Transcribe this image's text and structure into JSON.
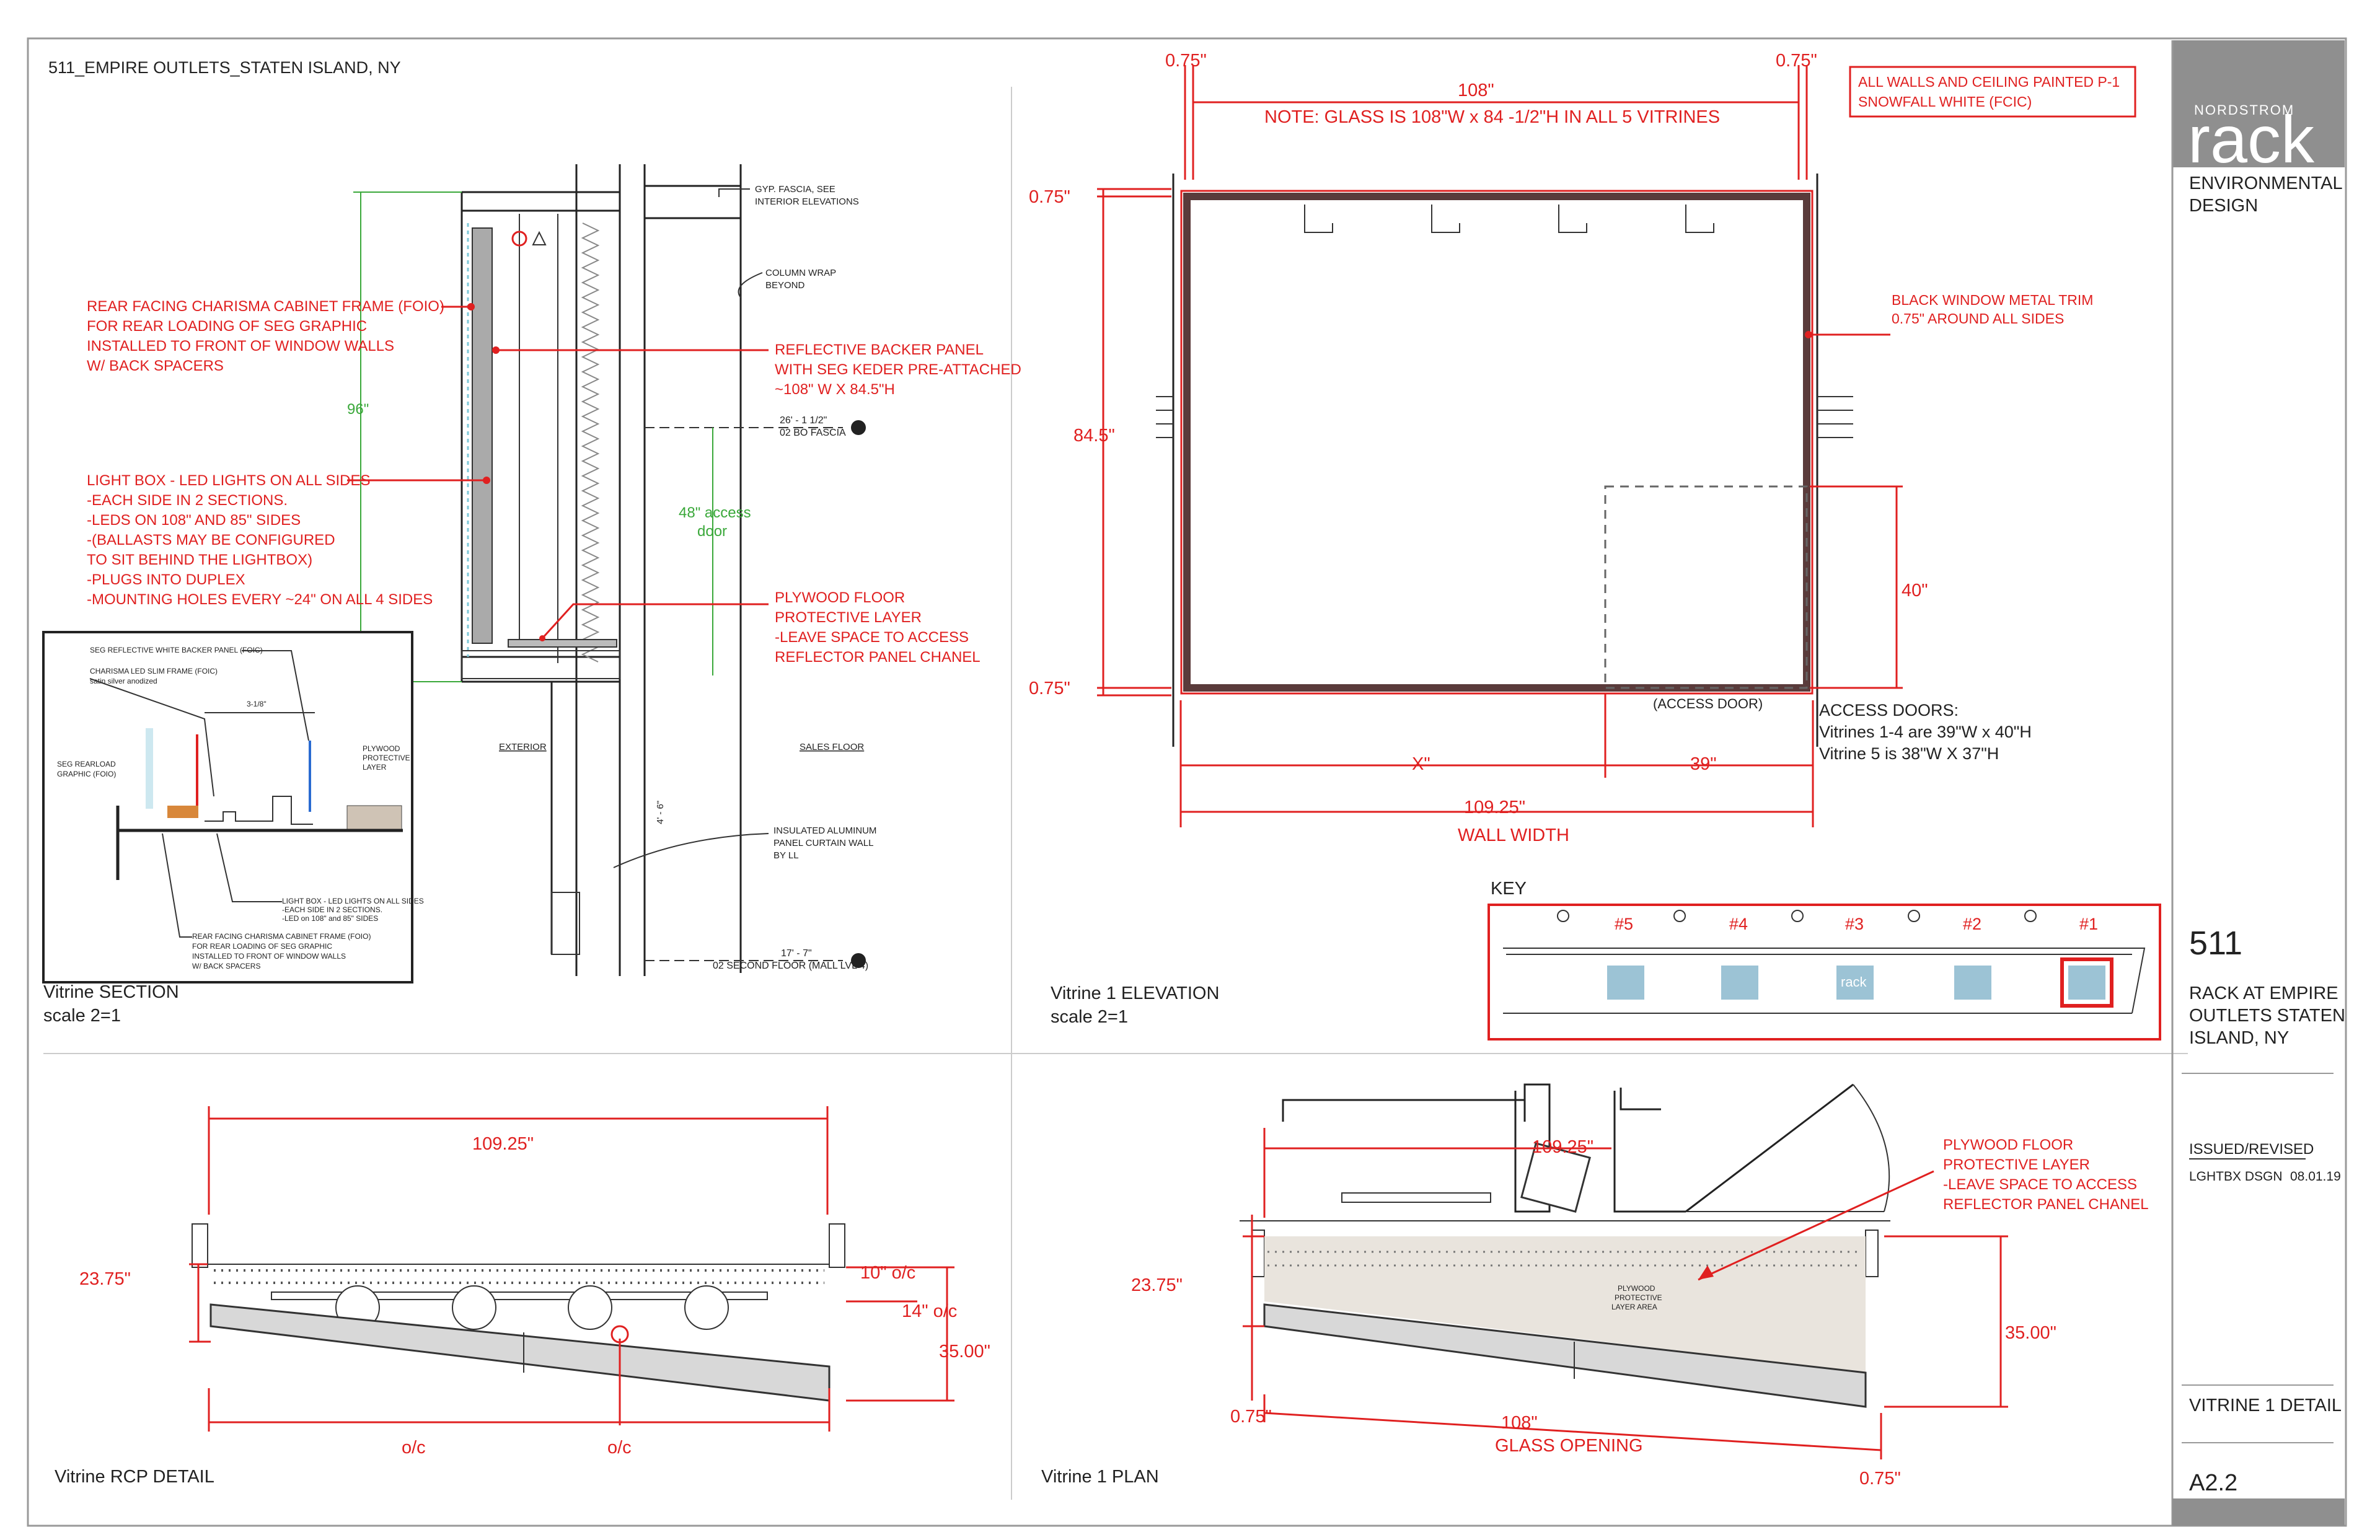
{
  "sheet_title": "511_EMPIRE OUTLETS_STATEN ISLAND, NY",
  "title_block": {
    "brand_small": "NORDSTROM",
    "brand_large": "rack",
    "dept_line1": "ENVIRONMENTAL",
    "dept_line2": "DESIGN",
    "store_number": "511",
    "store_line1": "RACK AT EMPIRE",
    "store_line2": "OUTLETS STATEN",
    "store_line3": "ISLAND, NY",
    "issued_label": "ISSUED/REVISED",
    "issued_entry": "LGHTBX DSGN",
    "issued_date": "08.01.19",
    "sheet_name": "VITRINE 1 DETAIL",
    "sheet_number": "A2.2"
  },
  "section": {
    "caption": "Vitrine SECTION",
    "scale": "scale 2=1",
    "dim_96": "96\"",
    "dim_access_1": "48\" access",
    "dim_access_2": "door",
    "notes": {
      "cabinet": [
        "REAR FACING CHARISMA CABINET FRAME (FOIO)",
        "FOR REAR LOADING OF SEG GRAPHIC",
        "INSTALLED TO FRONT OF WINDOW WALLS",
        "W/ BACK SPACERS"
      ],
      "lightbox": [
        "LIGHT BOX - LED LIGHTS ON ALL SIDES",
        "-EACH SIDE IN 2 SECTIONS.",
        "-LEDS ON 108\" AND 85\" SIDES",
        "-(BALLASTS MAY BE CONFIGURED",
        "TO SIT BEHIND THE LIGHTBOX)",
        "-PLUGS INTO DUPLEX",
        "-MOUNTING HOLES EVERY ~24\" ON ALL 4 SIDES"
      ],
      "backer": [
        "REFLECTIVE BACKER PANEL",
        "WITH SEG KEDER PRE-ATTACHED",
        "~108\" W X 84.5\"H"
      ],
      "plywood": [
        "PLYWOOD FLOOR",
        "PROTECTIVE LAYER",
        "-LEAVE SPACE TO ACCESS",
        " REFLECTOR PANEL CHANEL"
      ]
    },
    "small_labels": {
      "gyp": [
        "GYP. FASCIA, SEE",
        "INTERIOR ELEVATIONS"
      ],
      "column": [
        "COLUMN WRAP",
        "BEYOND"
      ],
      "level_top": "26' - 1 1/2\"",
      "level_top_name": "02 BO FASCIA",
      "exterior": "EXTERIOR",
      "sales": "SALES FLOOR",
      "curtain": [
        "INSULATED ALUMINUM",
        "PANEL CURTAIN WALL",
        "BY LL"
      ],
      "vert_dim": "4' - 6\"",
      "level_bot": "17' - 7\"",
      "level_bot_name": "02 SECOND FLOOR (MALL LVL 4)"
    },
    "detail": {
      "seg_backer": "SEG REFLECTIVE WHITE BACKER PANEL (FOIC)",
      "slim_frame": "CHARISMA LED SLIM FRAME (FOIC)",
      "slim_frame_2": "satin silver anodized",
      "dim": "3-1/8\"",
      "seg_rearload": "SEG REARLOAD",
      "seg_rearload_2": "GRAPHIC (FOIO)",
      "plywood": [
        "PLYWOOD",
        "PROTECTIVE",
        "LAYER"
      ],
      "lightbox": [
        "LIGHT BOX - LED LIGHTS ON ALL SIDES",
        "-EACH SIDE IN 2 SECTIONS.",
        "-LED on 108\" and 85\" SIDES"
      ],
      "cabinet": [
        "REAR FACING CHARISMA CABINET FRAME (FOIO)",
        "FOR REAR LOADING OF SEG GRAPHIC",
        "INSTALLED TO FRONT OF WINDOW WALLS",
        "W/ BACK SPACERS"
      ]
    }
  },
  "elevation": {
    "caption": "Vitrine 1 ELEVATION",
    "scale": "scale 2=1",
    "dim_left_075": "0.75\"",
    "dim_right_075": "0.75\"",
    "dim_108": "108\"",
    "glass_note": "NOTE: GLASS IS 108\"W x 84 -1/2\"H IN ALL 5 VITRINES",
    "paint_note": [
      "ALL WALLS AND CEILING PAINTED P-1",
      "SNOWFALL WHITE (FCIC)"
    ],
    "dim_top_075": "0.75\"",
    "dim_845": "84.5\"",
    "dim_bot_075": "0.75\"",
    "dim_40": "40\"",
    "trim_note": [
      "BLACK WINDOW METAL TRIM",
      "0.75\" AROUND ALL SIDES"
    ],
    "access_door_label": "(ACCESS DOOR)",
    "access_doors": [
      "ACCESS DOORS:",
      "Vitrines 1-4 are 39\"W x 40\"H",
      "Vitrine 5 is 38\"W X 37\"H"
    ],
    "dim_x": "X\"",
    "dim_39": "39\"",
    "dim_10925": "109.25\"",
    "wall_width": "WALL WIDTH"
  },
  "key": {
    "title": "KEY",
    "items": [
      "#5",
      "#4",
      "#3",
      "#2",
      "#1"
    ],
    "logo": "rack"
  },
  "rcp": {
    "caption": "Vitrine  RCP DETAIL",
    "dim_10925": "109.25\"",
    "dim_2375": "23.75\"",
    "dim_10oc": "10\" o/c",
    "dim_14oc": "14\" o/c",
    "dim_35": "35.00\"",
    "oc_left": "o/c",
    "oc_right": "o/c"
  },
  "plan": {
    "caption": "Vitrine 1 PLAN",
    "dim_10925": "109.25\"",
    "dim_2375": "23.75\"",
    "dim_35": "35.00\"",
    "dim_075_left": "0.75\"",
    "dim_075_right": "0.75\"",
    "dim_108": "108\"",
    "glass_opening": "GLASS OPENING",
    "plywood_area": [
      "PLYWOOD",
      "PROTECTIVE",
      "LAYER AREA"
    ],
    "plywood_note": [
      "PLYWOOD FLOOR",
      "PROTECTIVE LAYER",
      "-LEAVE SPACE TO ACCESS",
      " REFLECTOR PANEL CHANEL"
    ]
  },
  "colors": {
    "annotation_red": "#e02020",
    "dimension_green": "#3aa83a",
    "title_block_gray": "#8f8f8f",
    "graphic_blue": "#9cc3d5"
  }
}
